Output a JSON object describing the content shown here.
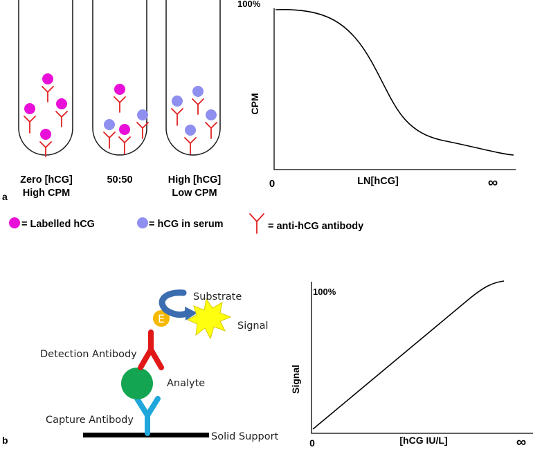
{
  "panel_a": {
    "letter": "a",
    "tubes": [
      {
        "line1": "Zero [hCG]",
        "line2": "High CPM"
      },
      {
        "line1": "50:50",
        "line2": ""
      },
      {
        "line1": "High [hCG]",
        "line2": "Low CPM"
      }
    ],
    "legend": {
      "labelled": "= Labelled hCG",
      "serum": "= hCG in serum",
      "antibody": "= anti-hCG antibody"
    },
    "colors": {
      "labelled": "#e810d8",
      "serum": "#8f8ff0",
      "antibody": "#e02020"
    },
    "chart": {
      "y_top_label": "100%",
      "ylabel": "CPM",
      "x_origin_label": "0",
      "xlabel": "LN[hCG]",
      "x_end_label": "∞"
    }
  },
  "panel_b": {
    "letter": "b",
    "diagram": {
      "substrate": "Substrate",
      "signal": "Signal",
      "enzyme": "E",
      "detection_antibody": "Detection Antibody",
      "analyte": "Analyte",
      "capture_antibody": "Capture Antibody",
      "solid_support": "Solid Support"
    },
    "colors": {
      "analyte": "#13a551",
      "capture": "#1fa7dc",
      "detection": "#e01818",
      "enzyme": "#f5b800",
      "signal": "#ffff10",
      "arrow": "#3b6db0"
    },
    "chart": {
      "y_top_label": "100%",
      "ylabel": "Signal",
      "x_origin_label": "0",
      "xlabel": "[hCG IU/L]",
      "x_end_label": "∞"
    }
  }
}
